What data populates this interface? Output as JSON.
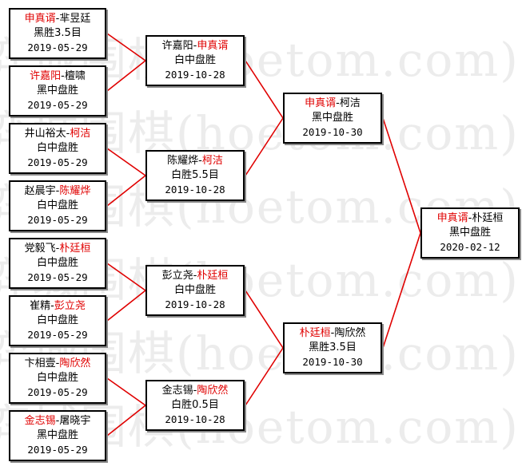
{
  "watermark": "弈城围棋(hoetom.com)",
  "colors": {
    "winner": "#e00000",
    "line": "#e00000",
    "border": "#000000"
  },
  "rounds": {
    "r1": [
      {
        "left": "申真谞",
        "sep": "-",
        "right": "芈昱廷",
        "winner": "left",
        "result": "黑胜3.5目",
        "date": "2019-05-29"
      },
      {
        "left": "许嘉阳",
        "sep": "-",
        "right": "檀啸",
        "winner": "left",
        "result": "黑中盘胜",
        "date": "2019-05-29"
      },
      {
        "left": "井山裕太",
        "sep": "-",
        "right": "柯洁",
        "winner": "right",
        "result": "白中盘胜",
        "date": "2019-05-29"
      },
      {
        "left": "赵晨宇",
        "sep": "-",
        "right": "陈耀烨",
        "winner": "right",
        "result": "白中盘胜",
        "date": "2019-05-29"
      },
      {
        "left": "党毅飞",
        "sep": "-",
        "right": "朴廷桓",
        "winner": "right",
        "result": "白中盘胜",
        "date": "2019-05-29"
      },
      {
        "left": "崔精",
        "sep": "-",
        "right": "彭立尧",
        "winner": "right",
        "result": "白中盘胜",
        "date": "2019-05-29"
      },
      {
        "left": "卞相壹",
        "sep": "-",
        "right": "陶欣然",
        "winner": "right",
        "result": "白中盘胜",
        "date": "2019-05-29"
      },
      {
        "left": "金志锡",
        "sep": "-",
        "right": "屠晓宇",
        "winner": "left",
        "result": "黑中盘胜",
        "date": "2019-05-29"
      }
    ],
    "r2": [
      {
        "left": "许嘉阳",
        "sep": "-",
        "right": "申真谞",
        "winner": "right",
        "result": "白中盘胜",
        "date": "2019-10-28"
      },
      {
        "left": "陈耀烨",
        "sep": "-",
        "right": "柯洁",
        "winner": "right",
        "result": "白胜5.5目",
        "date": "2019-10-28"
      },
      {
        "left": "彭立尧",
        "sep": "-",
        "right": "朴廷桓",
        "winner": "right",
        "result": "白中盘胜",
        "date": "2019-10-28"
      },
      {
        "left": "金志锡",
        "sep": "-",
        "right": "陶欣然",
        "winner": "right",
        "result": "白胜0.5目",
        "date": "2019-10-28"
      }
    ],
    "r3": [
      {
        "left": "申真谞",
        "sep": "-",
        "right": "柯洁",
        "winner": "left",
        "result": "黑中盘胜",
        "date": "2019-10-30"
      },
      {
        "left": "朴廷桓",
        "sep": "-",
        "right": "陶欣然",
        "winner": "left",
        "result": "黑胜3.5目",
        "date": "2019-10-30"
      }
    ],
    "final": [
      {
        "left": "申真谞",
        "sep": "-",
        "right": "朴廷桓",
        "winner": "left",
        "result": "黑中盘胜",
        "date": "2020-02-12"
      }
    ]
  }
}
